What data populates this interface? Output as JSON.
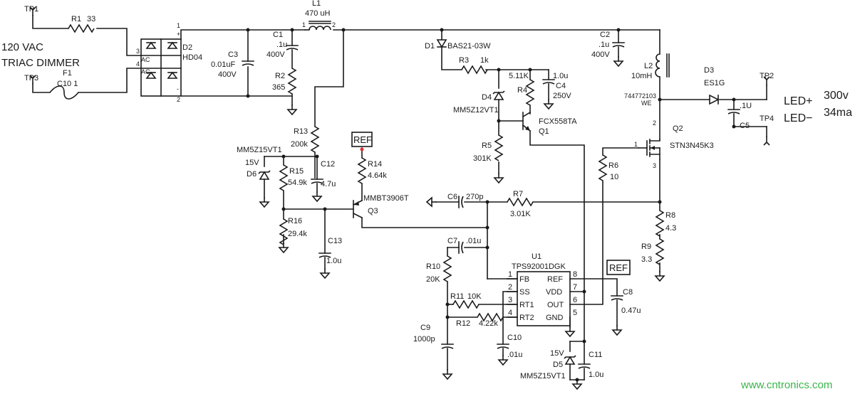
{
  "labels": {
    "tp1": "TP1",
    "tp2": "TP2",
    "tp3": "TP3",
    "tp4": "TP4",
    "r1": "R1",
    "r1v": "33",
    "l1": "L1",
    "l1v": "470 uH",
    "l1p1": "1",
    "l1p2": "2",
    "vac1": "120 VAC",
    "vac2": "TRIAC DIMMER",
    "f1": "F1",
    "f1v": "C10 1",
    "d2": "D2",
    "d2v": "HD04",
    "br1": "1",
    "br2": "2",
    "br3": "3",
    "br4": "4",
    "brp": "+",
    "brm": "-",
    "brac1": "AC",
    "brac2": "AC",
    "c3": "C3",
    "c3v": "0.01uF",
    "c3v2": "400V",
    "c1": "C1",
    "c1v": ".1u",
    "c1v2": "400V",
    "r2": "R2",
    "r2v": "365",
    "d1": "D1",
    "d1v": "BAS21-03W",
    "r3": "R3",
    "r3v": "1k",
    "c2": "C2",
    "c2v": ".1u",
    "c2v2": "400V",
    "l2": "L2",
    "l2v": "10mH",
    "l2pn": "744772103",
    "l2we": "WE",
    "d3": "D3",
    "d3v": "ES1G",
    "c5": "C5",
    "c5v": ".1U",
    "led1": "LED+",
    "led2": "LED−",
    "vout": "300v",
    "iout": "34ma",
    "r4": "R4",
    "r4v": "5.11K",
    "c4": "C4",
    "c4v": "1.0u",
    "c4v2": "250V",
    "d4": "D4",
    "d4v": "MM5Z12VT1",
    "q1": "Q1",
    "q1v": "FCX558TA",
    "r5": "R5",
    "r5v": "301K",
    "q2": "Q2",
    "q2v": "STN3N45K3",
    "q2p1": "1",
    "q2p2": "2",
    "q2p3": "3",
    "r13": "R13",
    "r13v": "200k",
    "ref1": "REF",
    "ref2": "REF",
    "d6t": "MM5Z15VT1",
    "d6v": "15V",
    "d6": "D6",
    "r15": "R15",
    "r15v": "54.9k",
    "c12": "C12",
    "c12v": "4.7u",
    "r14": "R14",
    "r14v": "4.64k",
    "q3v": "MMBT3906T",
    "q3": "Q3",
    "r6": "R6",
    "r6v": "10",
    "c6": "C6",
    "c6v": "270p",
    "r7": "R7",
    "r7v": "3.01K",
    "r8": "R8",
    "r8v": "4.3",
    "r9": "R9",
    "r9v": "3.3",
    "r16": "R16",
    "r16v": "29.4k",
    "c13": "C13",
    "c13v": "1.0u",
    "c7": "C7",
    "c7v": ".01u",
    "u1": "U1",
    "u1v": "TPS92001DGK",
    "p1": "1",
    "p2": "2",
    "p3": "3",
    "p4": "4",
    "p5": "5",
    "p6": "6",
    "p7": "7",
    "p8": "8",
    "fb": "FB",
    "ss": "SS",
    "rt1": "RT1",
    "rt2": "RT2",
    "refp": "REF",
    "vdd": "VDD",
    "out": "OUT",
    "gnd": "GND",
    "r10": "R10",
    "r10v": "20K",
    "r11": "R11",
    "r11v": "10K",
    "r12": "R12",
    "r12v": "4.22k",
    "c8": "C8",
    "c8v": "0.47u",
    "c9": "C9",
    "c9v": "1000p",
    "c10": "C10",
    "c10v": ".01u",
    "d5v": "15V",
    "d5": "D5",
    "d5t": "MM5Z15VT1",
    "c11": "C11",
    "c11v": "1.0u",
    "watermark": "www.cntronics.com"
  }
}
